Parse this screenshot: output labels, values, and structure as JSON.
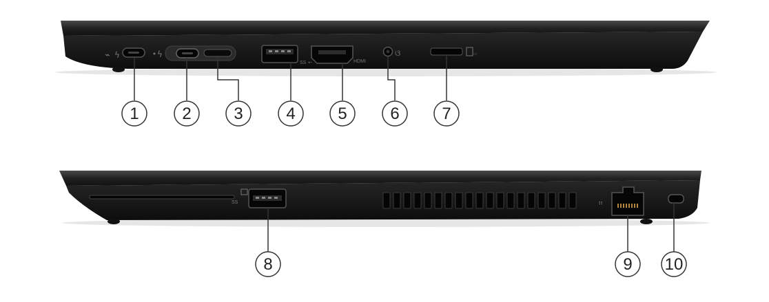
{
  "top_view": {
    "callouts": [
      "1",
      "2",
      "3",
      "4",
      "5",
      "6",
      "7"
    ],
    "port_labels": {
      "usb_superspeed": "SS",
      "hdmi": "HDMI"
    }
  },
  "bottom_view": {
    "callouts": [
      "8",
      "9",
      "10"
    ],
    "port_labels": {
      "usb_superspeed": "SS"
    }
  },
  "icons": [
    "charging-icon",
    "thunderbolt-icon",
    "headset-icon",
    "sd-card-icon",
    "ethernet-icon",
    "usb-icon"
  ],
  "colors": {
    "chassis": "#1b1b1b",
    "chassis_highlight": "#3a3a3a",
    "callout_line": "#333333"
  }
}
